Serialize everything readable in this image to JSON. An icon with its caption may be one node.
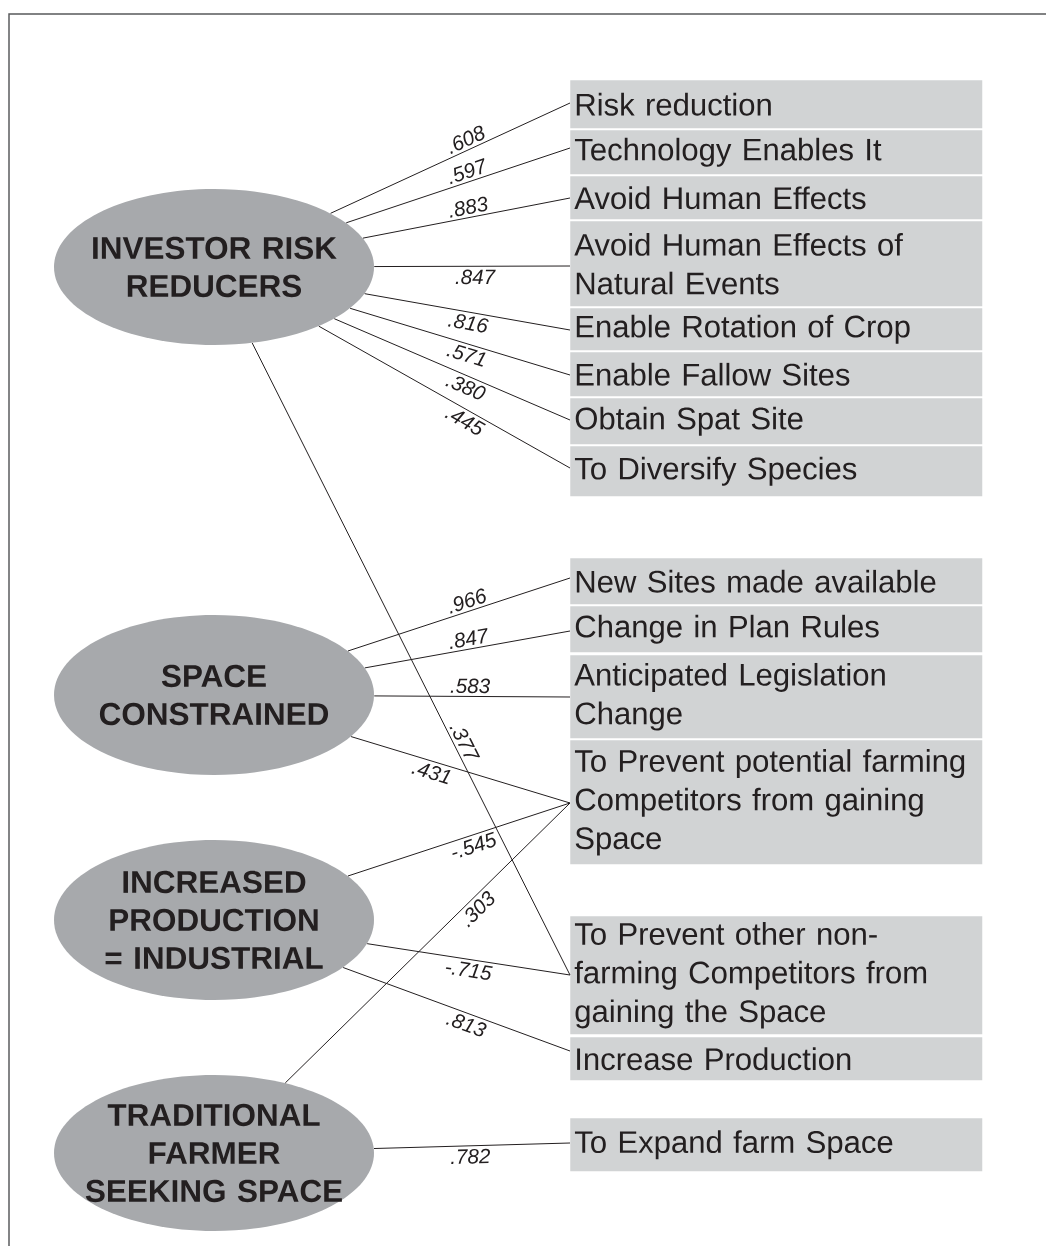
{
  "diagram": {
    "nodes": [
      {
        "text": [
          "INVESTOR RISK REDUCERS"
        ]
      },
      {
        "text": [
          "Risk reduction"
        ]
      },
      {
        "text": [
          "Technology Enables It"
        ]
      },
      {
        "text": [
          "Avoid Human Effects"
        ]
      },
      {
        "text": [
          "Avoid Human Effects of Natural Events"
        ]
      },
      {
        "text": [
          "Enable Rotation of Crop"
        ]
      },
      {
        "text": [
          "Enable Fallow Sites"
        ]
      },
      {
        "text": [
          "Obtain Spat Site"
        ]
      },
      {
        "text": [
          "To Diversify Species"
        ]
      },
      {
        "text": [
          "SPACE CONSTRAINED"
        ]
      },
      {
        "text": [
          "New Sites made available"
        ]
      },
      {
        "text": [
          "Change in Plan Rules"
        ]
      },
      {
        "text": [
          "Anticipated Legislation Change"
        ]
      },
      {
        "text": [
          "To Prevent potential farming Competitors from gaining Space"
        ]
      },
      {
        "text": [
          "INCREASED PRODUCTION = INDUSTRIAL"
        ]
      },
      {
        "text": [
          "To Prevent other non-farming Competitors from gaining the Space"
        ]
      },
      {
        "text": [
          "Increase Production"
        ]
      },
      {
        "text": [
          "TRADITIONAL FARMER SEEKING SPACE"
        ]
      },
      {
        "text": [
          "To Expand farm Space"
        ]
      }
    ],
    "edges": [
      {
        "from": 0,
        "to": 1,
        "arrow": "none",
        "label": ".608"
      },
      {
        "from": 0,
        "to": 2,
        "arrow": "none",
        "label": ".597"
      },
      {
        "from": 0,
        "to": 3,
        "arrow": "none",
        "label": ".883"
      },
      {
        "from": 0,
        "to": 4,
        "arrow": "none",
        "label": ".847"
      },
      {
        "from": 0,
        "to": 5,
        "arrow": "none",
        "label": ".816"
      },
      {
        "from": 0,
        "to": 6,
        "arrow": "none",
        "label": ".571"
      },
      {
        "from": 0,
        "to": 7,
        "arrow": "none",
        "label": ".380"
      },
      {
        "from": 0,
        "to": 8,
        "arrow": "none",
        "label": ".445"
      },
      {
        "from": 0,
        "to": 15,
        "arrow": "none",
        "label": ".377"
      },
      {
        "from": 9,
        "to": 10,
        "arrow": "none",
        "label": ".966"
      },
      {
        "from": 9,
        "to": 11,
        "arrow": "none",
        "label": ".847"
      },
      {
        "from": 9,
        "to": 12,
        "arrow": "none",
        "label": ".583"
      },
      {
        "from": 9,
        "to": 13,
        "arrow": "none",
        "label": ".431"
      },
      {
        "from": 14,
        "to": 13,
        "arrow": "none",
        "label": "-.545"
      },
      {
        "from": 14,
        "to": 15,
        "arrow": "none",
        "label": "-.715"
      },
      {
        "from": 14,
        "to": 16,
        "arrow": "none",
        "label": ".813"
      },
      {
        "from": 17,
        "to": 13,
        "arrow": "none",
        "label": ".303"
      },
      {
        "from": 17,
        "to": 18,
        "arrow": "none",
        "label": ".782"
      }
    ]
  }
}
